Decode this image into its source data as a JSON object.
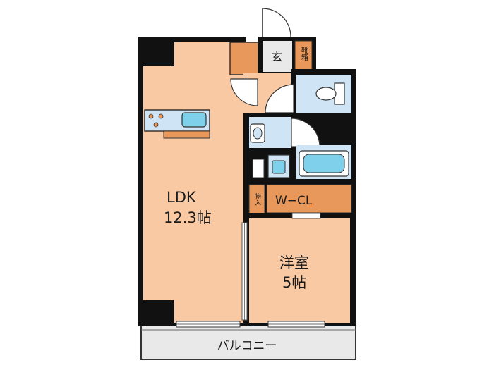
{
  "rooms": {
    "ldk": {
      "name": "LDK",
      "size": "12.3帖"
    },
    "bedroom": {
      "name": "洋室",
      "size": "5帖"
    },
    "walk_in_closet": {
      "name": "W−CL"
    },
    "storage": {
      "name": "物入"
    },
    "entrance": {
      "name": "玄"
    },
    "shoe_cabinet": {
      "name": "靴箱"
    },
    "balcony": {
      "name": "バルコニー"
    }
  },
  "colors": {
    "floor": "#f9c9a4",
    "wet_area": "#cfe5f5",
    "storage": "#e8985a",
    "balcony": "#e9e9e9",
    "wall": "#111111",
    "fixture": "#7fd0ea"
  }
}
